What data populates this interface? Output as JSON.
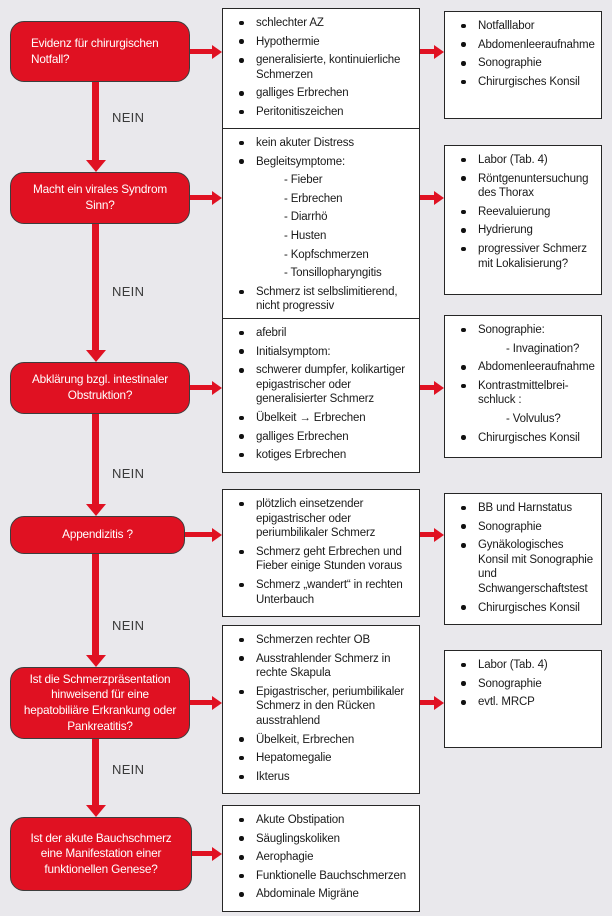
{
  "background_color": "#e9e8ec",
  "accent_red": "#e01122",
  "rows": [
    {
      "question": "Evidenz für chirurgischen Notfall?",
      "nein_label": "NEIN",
      "symptoms": [
        "schlechter AZ",
        "Hypothermie",
        "generalisierte, kontinuierliche Schmerzen",
        "galliges Erbrechen",
        "Peritonitiszeichen"
      ],
      "actions": [
        "Notfalllabor",
        "Abdomenleeraufnahme",
        "Sonographie",
        "Chirurgisches Konsil"
      ]
    },
    {
      "question": "Macht ein virales Syndrom Sinn?",
      "nein_label": "NEIN",
      "symptoms": [
        "kein akuter Distress",
        "Begleitsymptome:",
        "- Fieber",
        "- Erbrechen",
        "- Diarrhö",
        "- Husten",
        "- Kopfschmerzen",
        "- Tonsillopharyngitis",
        "Schmerz ist selbslimitierend, nicht progressiv"
      ],
      "actions": [
        "Labor (Tab. 4)",
        "Röntgenuntersuchung des Thorax",
        "Reevaluierung",
        "Hydrierung",
        "progressiver Schmerz mit Lokalisierung?"
      ]
    },
    {
      "question": "Abklärung bzgl. intestinaler Obstruktion?",
      "nein_label": "NEIN",
      "symptoms": [
        "afebril",
        "Initialsymptom:",
        "schwerer dumpfer, kolikartiger epigastrischer oder generalisierter Schmerz",
        "Übelkeit → Erbrechen",
        "galliges Erbrechen",
        "kotiges Erbrechen"
      ],
      "actions": [
        "Sonographie:",
        "- Invagination?",
        "Abdomenleeraufnahme",
        "Kontrastmittelbrei-schluck :",
        "- Volvulus?",
        "Chirurgisches Konsil"
      ]
    },
    {
      "question": "Appendizitis ?",
      "nein_label": "NEIN",
      "symptoms": [
        "plötzlich einsetzender epigastrischer oder periumbilikaler Schmerz",
        "Schmerz geht Erbrechen und Fieber einige Stunden voraus",
        "Schmerz „wandert“ in rechten Unterbauch"
      ],
      "actions": [
        "BB und Harnstatus",
        "Sonographie",
        "Gynäkologisches Konsil mit Sonographie und Schwangerschaftstest",
        "Chirurgisches Konsil"
      ]
    },
    {
      "question": "Ist die Schmerzpräsentation hinweisend für eine hepatobiliäre Erkrankung oder Pankreatitis?",
      "nein_label": "NEIN",
      "symptoms": [
        "Schmerzen rechter OB",
        "Ausstrahlender Schmerz in rechte Skapula",
        "Epigastrischer, periumbilikaler Schmerz in den Rücken ausstrahlend",
        "Übelkeit, Erbrechen",
        "Hepatomegalie",
        "Ikterus"
      ],
      "actions": [
        "Labor (Tab. 4)",
        "Sonographie",
        "evtl. MRCP"
      ]
    },
    {
      "question": "Ist der akute Bauchschmerz eine Manifestation einer funktionellen Genese?",
      "symptoms": [
        "Akute Obstipation",
        "Säuglingskoliken",
        "Aerophagie",
        "Funktionelle Bauchschmerzen",
        "Abdominale Migräne"
      ]
    }
  ]
}
